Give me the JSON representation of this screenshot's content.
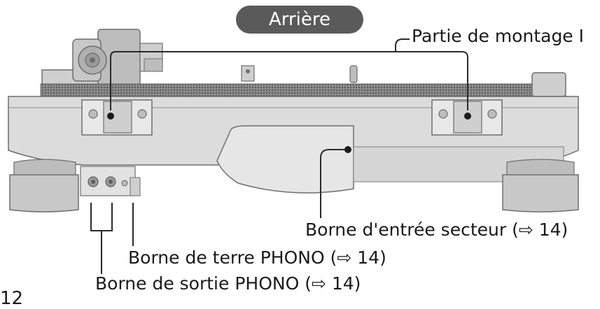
{
  "section_label": "Arrière",
  "callouts": {
    "mount_part": "Partie de montage I",
    "ac_inlet": "Borne d'entrée secteur (⇨ 14)",
    "phono_ground": "Borne de terre PHONO (⇨ 14)",
    "phono_output": "Borne de sortie PHONO (⇨ 14)"
  },
  "page_number": "12",
  "colors": {
    "body_fill": "#dcdcdc",
    "body_stroke": "#6e6e6e",
    "pill_fill": "#5a5a5a",
    "leader_line": "#2a2a2a"
  }
}
